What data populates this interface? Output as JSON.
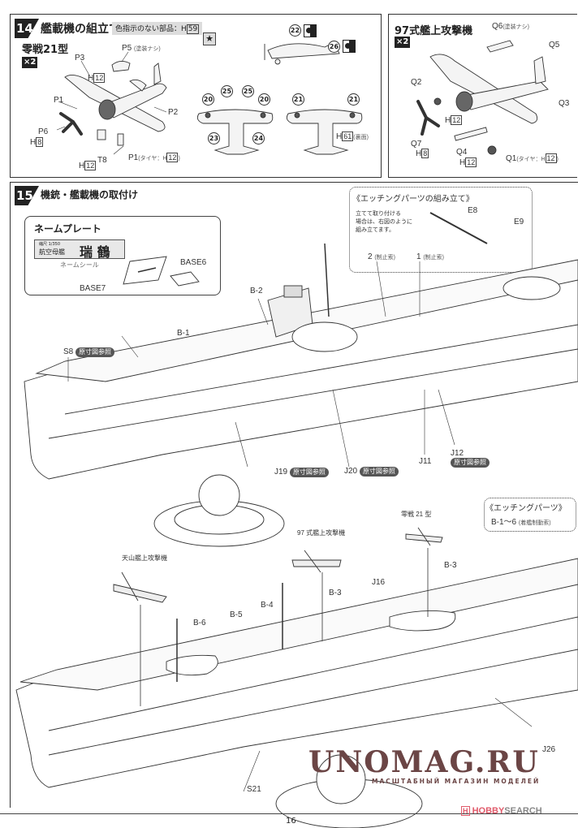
{
  "step14": {
    "number": "14",
    "title": "艦載機の組立て",
    "color_note": "色指示のない部品：H",
    "color_note_code": "59",
    "zero": {
      "name": "零戦21型",
      "qty": "×2",
      "parts": {
        "p3": "P3",
        "p5": "P5",
        "p5_note": "(塗装ナシ)",
        "h12a": "H",
        "h12a_code": "12",
        "p1": "P1",
        "p2": "P2",
        "p6": "P6",
        "h8": "H",
        "h8_code": "8",
        "t8": "T8",
        "h12b": "H",
        "h12b_code": "12",
        "p1b": "P1",
        "p1b_note_pre": "(タイヤ：H",
        "p1b_code": "12",
        "p1b_note_post": ")"
      }
    },
    "decals": {
      "star": "★",
      "d22": "22",
      "d26": "26",
      "d20a": "20",
      "d25a": "25",
      "d25b": "25",
      "d20b": "20",
      "d23": "23",
      "d24": "24",
      "d21a": "21",
      "d21b": "21",
      "h61": "H",
      "h61_code": "61",
      "h61_note": "(裏面)"
    },
    "type97": {
      "name": "97式艦上攻撃機",
      "qty": "×2",
      "parts": {
        "q6": "Q6",
        "q6_note": "(塗装ナシ)",
        "q5": "Q5",
        "q2": "Q2",
        "q3": "Q3",
        "h12": "H",
        "h12_code": "12",
        "q7": "Q7",
        "h8": "H",
        "h8_code": "8",
        "q4": "Q4",
        "h12b": "H",
        "h12b_code": "12",
        "q1": "Q1",
        "q1_note_pre": "(タイヤ：H",
        "q1_code": "12",
        "q1_note_post": ")"
      }
    }
  },
  "step15": {
    "number": "15",
    "title": "機銃・艦載機の取付け",
    "nameplate": {
      "heading": "ネームプレート",
      "seal_small": "縮尺 1/350",
      "seal_type": "航空母艦",
      "seal_name": "瑞 鶴",
      "seal_caption": "ネームシール",
      "base6": "BASE6",
      "base7": "BASE7"
    },
    "etching_note": {
      "heading": "《エッチングパーツの組み立て》",
      "text_line1": "立てて取り付ける",
      "text_line2": "場合は、右図のように",
      "text_line3": "組み立てます。",
      "e8": "E8",
      "e9": "E9",
      "label2": "2",
      "label2_note": "(制止索)",
      "label1": "1",
      "label1_note": "(制止索)"
    },
    "etching_parts": {
      "heading": "《エッチングパーツ》",
      "range": "B-1〜6",
      "range_note": "(着艦制動索)"
    },
    "callouts": {
      "b1": "B-1",
      "b2": "B-2",
      "s8": "S8",
      "ref": "原寸図参照",
      "j19": "J19",
      "j20": "J20",
      "j11": "J11",
      "j12": "J12",
      "b3a": "B-3",
      "b3b": "B-3",
      "b4": "B-4",
      "b5": "B-5",
      "b6": "B-6",
      "j16": "J16",
      "j26": "J26",
      "s21": "S21",
      "tenzan": "天山艦上攻撃機",
      "type97": "97 式艦上攻撃機",
      "zero": "零戦 21 型"
    }
  },
  "page_number": "16",
  "watermark": {
    "main": "UNOMAG.RU",
    "sub": "МАСШТАБНЫЙ МАГАЗИН МОДЕЛЕЙ",
    "color": "#6b4545"
  },
  "hobbysearch": {
    "mark": "H",
    "text1": "HOBBY",
    "text2": "SEARCH",
    "color": "#e05a6a"
  }
}
